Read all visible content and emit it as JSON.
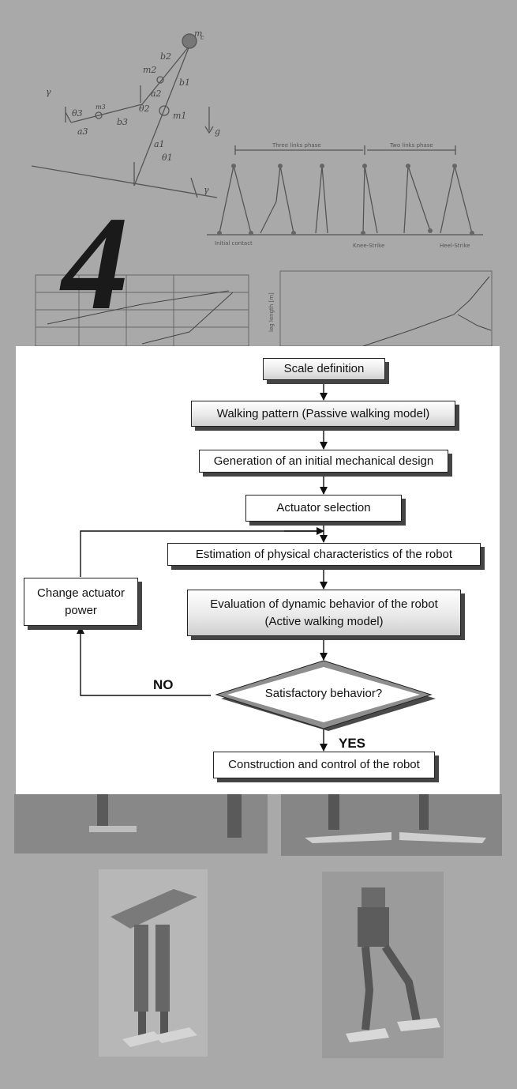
{
  "chapter": {
    "number": "4"
  },
  "background": {
    "model_labels": [
      "m",
      "c",
      "b2",
      "m2",
      "b1",
      "a2",
      "θ2",
      "m1",
      "θ3",
      "m3",
      "b3",
      "a3",
      "a1",
      "θ1",
      "γ",
      "g"
    ],
    "phase_labels": {
      "three_links": "Three links phase",
      "two_links": "Two links phase"
    },
    "event_labels": {
      "initial": "Initial contact",
      "knee": "Knee-Strike",
      "heel": "Heel-Strike"
    },
    "plot_ylabel": "leg length [m]"
  },
  "flowchart": {
    "steps": {
      "scale": "Scale definition",
      "walking": "Walking pattern (Passive walking model)",
      "generation": "Generation of an initial mechanical design",
      "actuator": "Actuator selection",
      "estimation": "Estimation of physical characteristics of the robot",
      "evaluation_l1": "Evaluation of dynamic behavior of the robot",
      "evaluation_l2": "(Active walking model)",
      "construction": "Construction and control of the robot"
    },
    "decision": "Satisfactory behavior?",
    "loop_box": {
      "line1": "Change actuator",
      "line2": "power"
    },
    "no_label": "NO",
    "yes_label": "YES"
  }
}
